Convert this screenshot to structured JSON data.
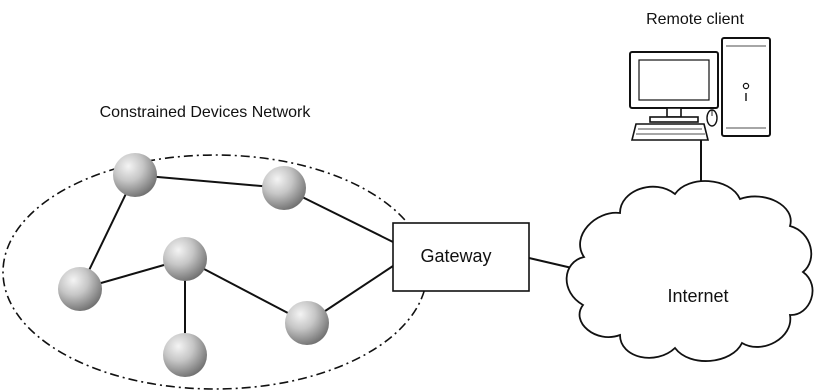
{
  "labels": {
    "remote_client": "Remote client",
    "network": "Constrained Devices Network",
    "gateway": "Gateway",
    "internet": "Internet"
  },
  "colors": {
    "stroke": "#111111",
    "node_light": "#f2f2f2",
    "node_dark": "#7a7a7a",
    "background": "#ffffff"
  },
  "icons": {
    "client": "desktop-computer-icon",
    "tower": "pc-tower-icon",
    "cloud": "cloud-icon",
    "node": "sensor-node-icon"
  }
}
